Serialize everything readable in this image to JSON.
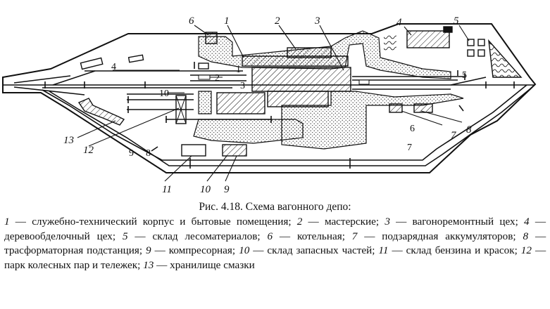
{
  "figure": {
    "caption_title": "Рис. 4.18. Схема вагонного депо:",
    "legend": [
      {
        "num": "1",
        "text": "служебно-технический корпус и бытовые помещения;"
      },
      {
        "num": "2",
        "text": "мастерские;"
      },
      {
        "num": "3",
        "text": "вагоноремонтный цех;"
      },
      {
        "num": "4",
        "text": "деревообделочный цех;"
      },
      {
        "num": "5",
        "text": "склад лесоматериалов;"
      },
      {
        "num": "6",
        "text": "котельная;"
      },
      {
        "num": "7",
        "text": "подзарядная аккумуляторов;"
      },
      {
        "num": "8",
        "text": "трасформаторная подстанция;"
      },
      {
        "num": "9",
        "text": "компресорная;"
      },
      {
        "num": "10",
        "text": "склад запасных частей;"
      },
      {
        "num": "11",
        "text": "склад бензина и красок;"
      },
      {
        "num": "12",
        "text": "парк колесных пар и тележек;"
      },
      {
        "num": "13",
        "text": "хранилище смазки"
      }
    ],
    "dash": "—"
  },
  "diagram_labels": {
    "building": [
      "1",
      "2",
      "3",
      "4",
      "5",
      "6",
      "7",
      "8",
      "9",
      "10",
      "11",
      "12",
      "13"
    ],
    "track": [
      "1",
      "2",
      "3",
      "4",
      "5",
      "6",
      "7",
      "8",
      "9",
      "10"
    ]
  },
  "colors": {
    "ink": "#111111",
    "paper": "#ffffff",
    "stipple": "#333333"
  }
}
